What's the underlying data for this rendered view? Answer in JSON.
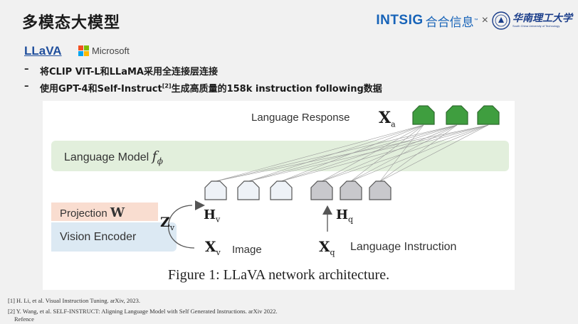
{
  "slide": {
    "title": "多模态大模型",
    "logos": {
      "intsig": "INTSIG",
      "intsig_cn": "合合信息",
      "intsig_tm": "™",
      "times": "×",
      "university_cn": "华南理工大学",
      "university_en": "South China University of Technology"
    },
    "heading": {
      "llava": "LLaVA",
      "microsoft": "Microsoft",
      "microsoft_colors": [
        "#f25022",
        "#7fba00",
        "#00a4ef",
        "#ffb900"
      ]
    },
    "bullets": [
      {
        "dash": "–",
        "text": "将CLIP ViT-L和LLaMA采用全连接层连接"
      },
      {
        "dash": "–",
        "text_before": "使用GPT-4和Self-Instruct",
        "sup": "[2]",
        "text_after": "生成高质量的158k instruction following数据"
      }
    ],
    "figure": {
      "language_response": "Language Response",
      "xa": "X",
      "xa_sub": "a",
      "language_model": "Language Model",
      "f_phi": "f",
      "phi": "ϕ",
      "projection": "Projection",
      "w": "W",
      "vision_encoder": "Vision Encoder",
      "zv": "Z",
      "zv_sub": "v",
      "hv": "H",
      "hv_sub": "v",
      "hq": "H",
      "hq_sub": "q",
      "xv": "X",
      "xv_sub": "v",
      "image": "Image",
      "xq": "X",
      "xq_sub": "q",
      "language_instruction": "Language Instruction",
      "caption": "Figure 1: LLaVA network architecture.",
      "colors": {
        "response_token": "#3f9e3f",
        "visual_token": "#eef2f7",
        "instruction_token": "#c8c8cc",
        "language_model_bg": "#e2efdc",
        "projection_bg": "#f9ddd0",
        "vision_encoder_bg": "#dce9f3"
      }
    },
    "references": [
      "[1] H. Li, et al. Visual Instruction Tuning. arXiv, 2023.",
      "[2] Y. Wang, et al. SELF-INSTRUCT: Aligning Language Model with Self Generated Instructions. arXiv 2022.",
      "Refence"
    ]
  }
}
